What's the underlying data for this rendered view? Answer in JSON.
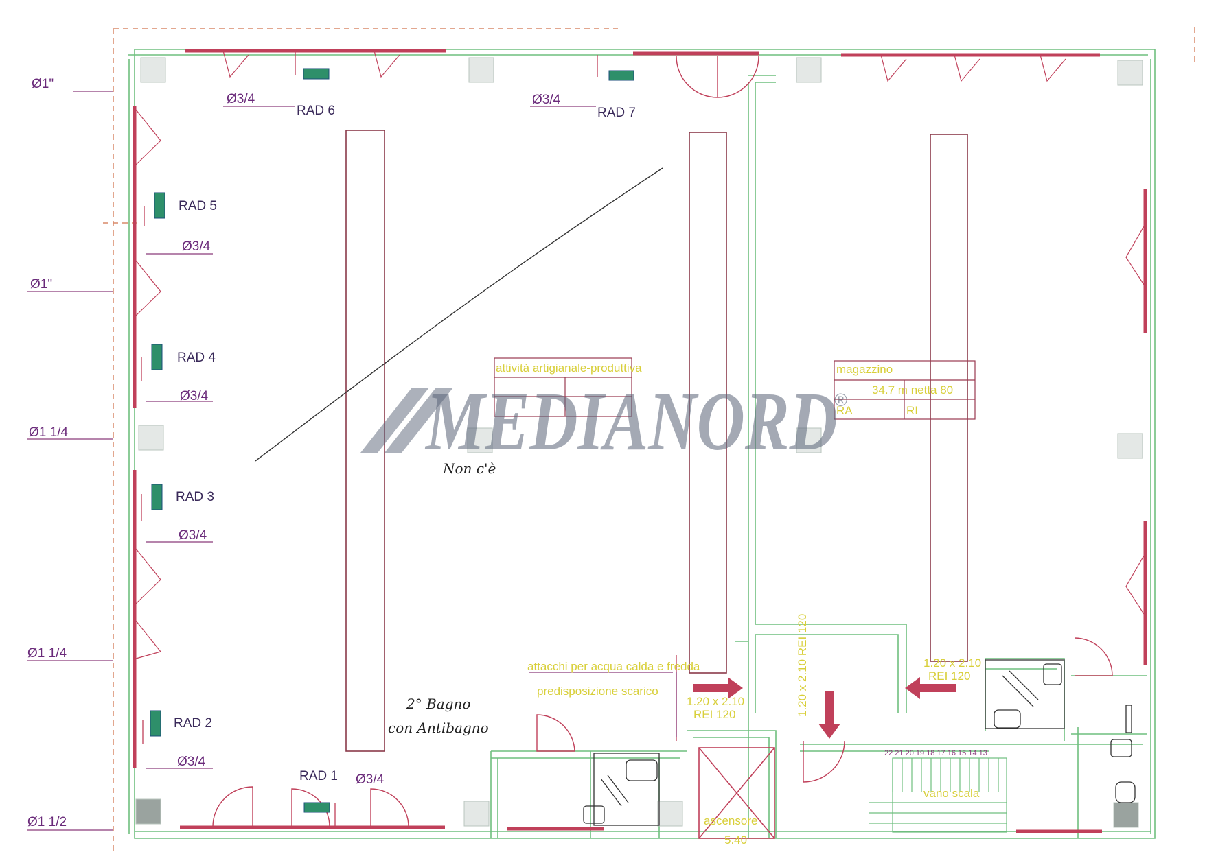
{
  "radiators": [
    {
      "id": "rad6",
      "label": "RAD 6",
      "pipe": "Ø3/4"
    },
    {
      "id": "rad7",
      "label": "RAD 7",
      "pipe": "Ø3/4"
    },
    {
      "id": "rad5",
      "label": "RAD 5",
      "pipe": "Ø3/4"
    },
    {
      "id": "rad4",
      "label": "RAD 4",
      "pipe": "Ø3/4"
    },
    {
      "id": "rad3",
      "label": "RAD 3",
      "pipe": "Ø3/4"
    },
    {
      "id": "rad2",
      "label": "RAD 2",
      "pipe": "Ø3/4"
    },
    {
      "id": "rad1",
      "label": "RAD 1",
      "pipe": "Ø3/4"
    }
  ],
  "mains": [
    "Ø1\"",
    "Ø1\"",
    "Ø1 1/4",
    "Ø1 1/4",
    "Ø1 1/2"
  ],
  "rooms": {
    "left_name": "attività artigianale-produttiva",
    "right_name": "magazzino",
    "right_area": "34.7 m netta 80",
    "right_ra": "RA",
    "right_ri": "RI"
  },
  "notes": {
    "water": "attacchi per acqua calda e fredda",
    "drain": "predisposizione scarico",
    "door1_size": "1.20 x 2.10",
    "door1_rei": "REI 120",
    "door2": "1.20 x 2.10  REI 120",
    "door3_size": "1.20 x 2.10",
    "door3_rei": "REI 120",
    "elevator": "ascensore",
    "elevator_dim": "5.40",
    "stairs": "vano scala",
    "steps": "22 21 20 19 18 17 16 15 14 13"
  },
  "handwritten": {
    "note1": "Non c'è",
    "note2_line1": "2° Bagno",
    "note2_line2": "con Antibagno"
  },
  "watermark": {
    "text": "MEDIANORD",
    "mark": "®"
  },
  "colors": {
    "wall": "#6fbf7f",
    "window": "#c0405a",
    "radiator": "#2e8f6a",
    "text": "#6a2a7a",
    "note": "#d8cf3a"
  }
}
